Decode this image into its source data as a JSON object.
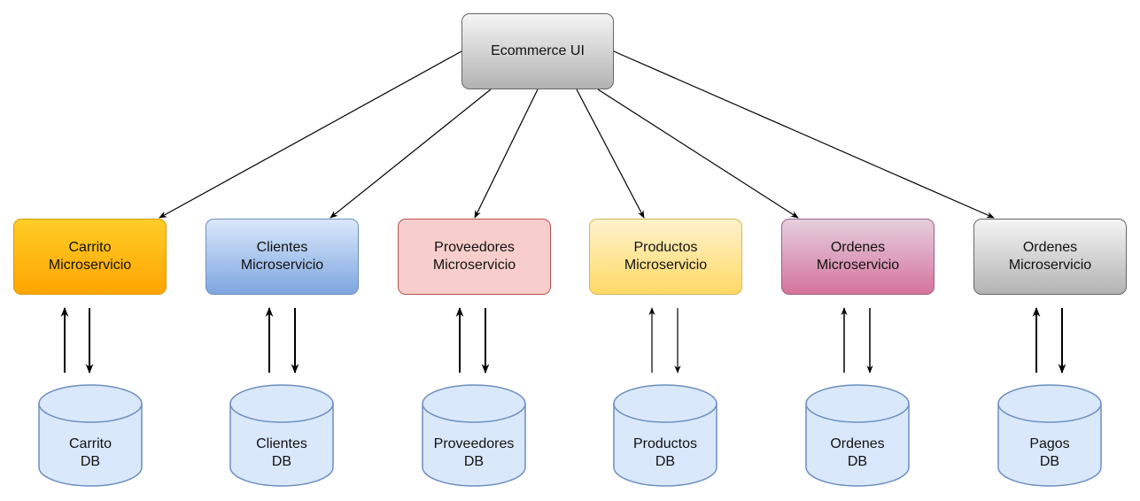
{
  "ui": {
    "label": "Ecommerce UI"
  },
  "services": [
    {
      "line1": "Carrito",
      "line2": "Microservicio"
    },
    {
      "line1": "Clientes",
      "line2": "Microservicio"
    },
    {
      "line1": "Proveedores",
      "line2": "Microservicio"
    },
    {
      "line1": "Productos",
      "line2": "Microservicio"
    },
    {
      "line1": "Ordenes",
      "line2": "Microservicio"
    },
    {
      "line1": "Ordenes",
      "line2": "Microservicio"
    }
  ],
  "databases": [
    {
      "line1": "Carrito",
      "line2": "DB"
    },
    {
      "line1": "Clientes",
      "line2": "DB"
    },
    {
      "line1": "Proveedores",
      "line2": "DB"
    },
    {
      "line1": "Productos",
      "line2": "DB"
    },
    {
      "line1": "Ordenes",
      "line2": "DB"
    },
    {
      "line1": "Pagos",
      "line2": "DB"
    }
  ],
  "colors": {
    "db_fill": "#dae8fc",
    "db_stroke": "#6c8ebf",
    "edge": "#000000"
  }
}
